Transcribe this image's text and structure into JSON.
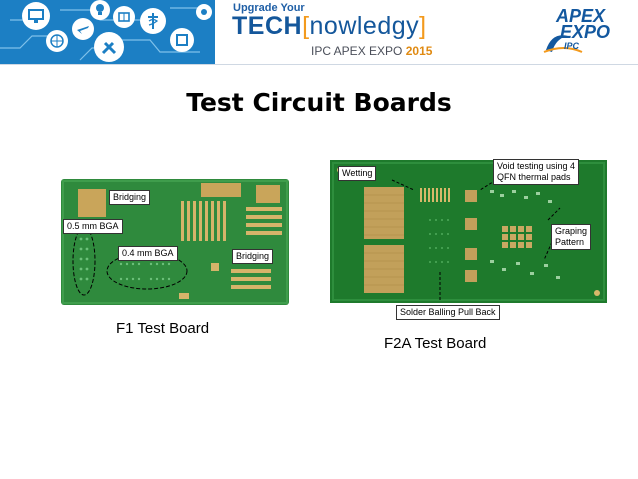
{
  "banner": {
    "upgrade_text": "Upgrade Your",
    "tech_prefix": "TECH",
    "bracket_open": "[",
    "tech_suffix": "nowledgy",
    "bracket_close": "]",
    "expo_text": "IPC APEX EXPO",
    "expo_year": "2015",
    "logo_apex": "APEX",
    "logo_expo": "EXPO",
    "logo_ipc": "IPC",
    "icons": [
      "monitor-icon",
      "lightbulb-icon",
      "book-icon",
      "medical-caduceus-icon",
      "wrench-tools-icon",
      "globe-icon",
      "airplane-icon",
      "tools-icon",
      "circuit-icon"
    ],
    "colors": {
      "strip": "#1c7fc4",
      "tech": "#14579b",
      "bracket": "#f39a1d"
    }
  },
  "slide": {
    "title": "Test Circuit Boards"
  },
  "board_f1": {
    "caption": "F1 Test Board",
    "callouts": {
      "bridging_top": "Bridging",
      "bga_05": "0.5 mm BGA",
      "bga_04": "0.4 mm BGA",
      "bridging_right": "Bridging"
    }
  },
  "board_f2a": {
    "caption": "F2A Test Board",
    "callouts": {
      "wetting": "Wetting",
      "void_line1": "Void testing using 4",
      "void_line2": "QFN thermal pads",
      "graping_line1": "Graping",
      "graping_line2": "Pattern",
      "solder_balling": "Solder Balling Pull Back"
    }
  }
}
